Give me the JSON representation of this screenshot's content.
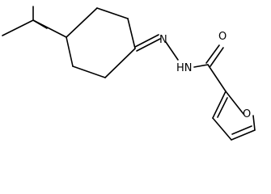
{
  "molecule": {
    "atoms": {
      "imine_nitrogen": "N",
      "amide_nitrogen": "HN",
      "carbonyl_oxygen": "O",
      "furan_oxygen": "O"
    }
  },
  "colors": {
    "bond": "#000000",
    "label": "#000000",
    "background": "#ffffff"
  }
}
